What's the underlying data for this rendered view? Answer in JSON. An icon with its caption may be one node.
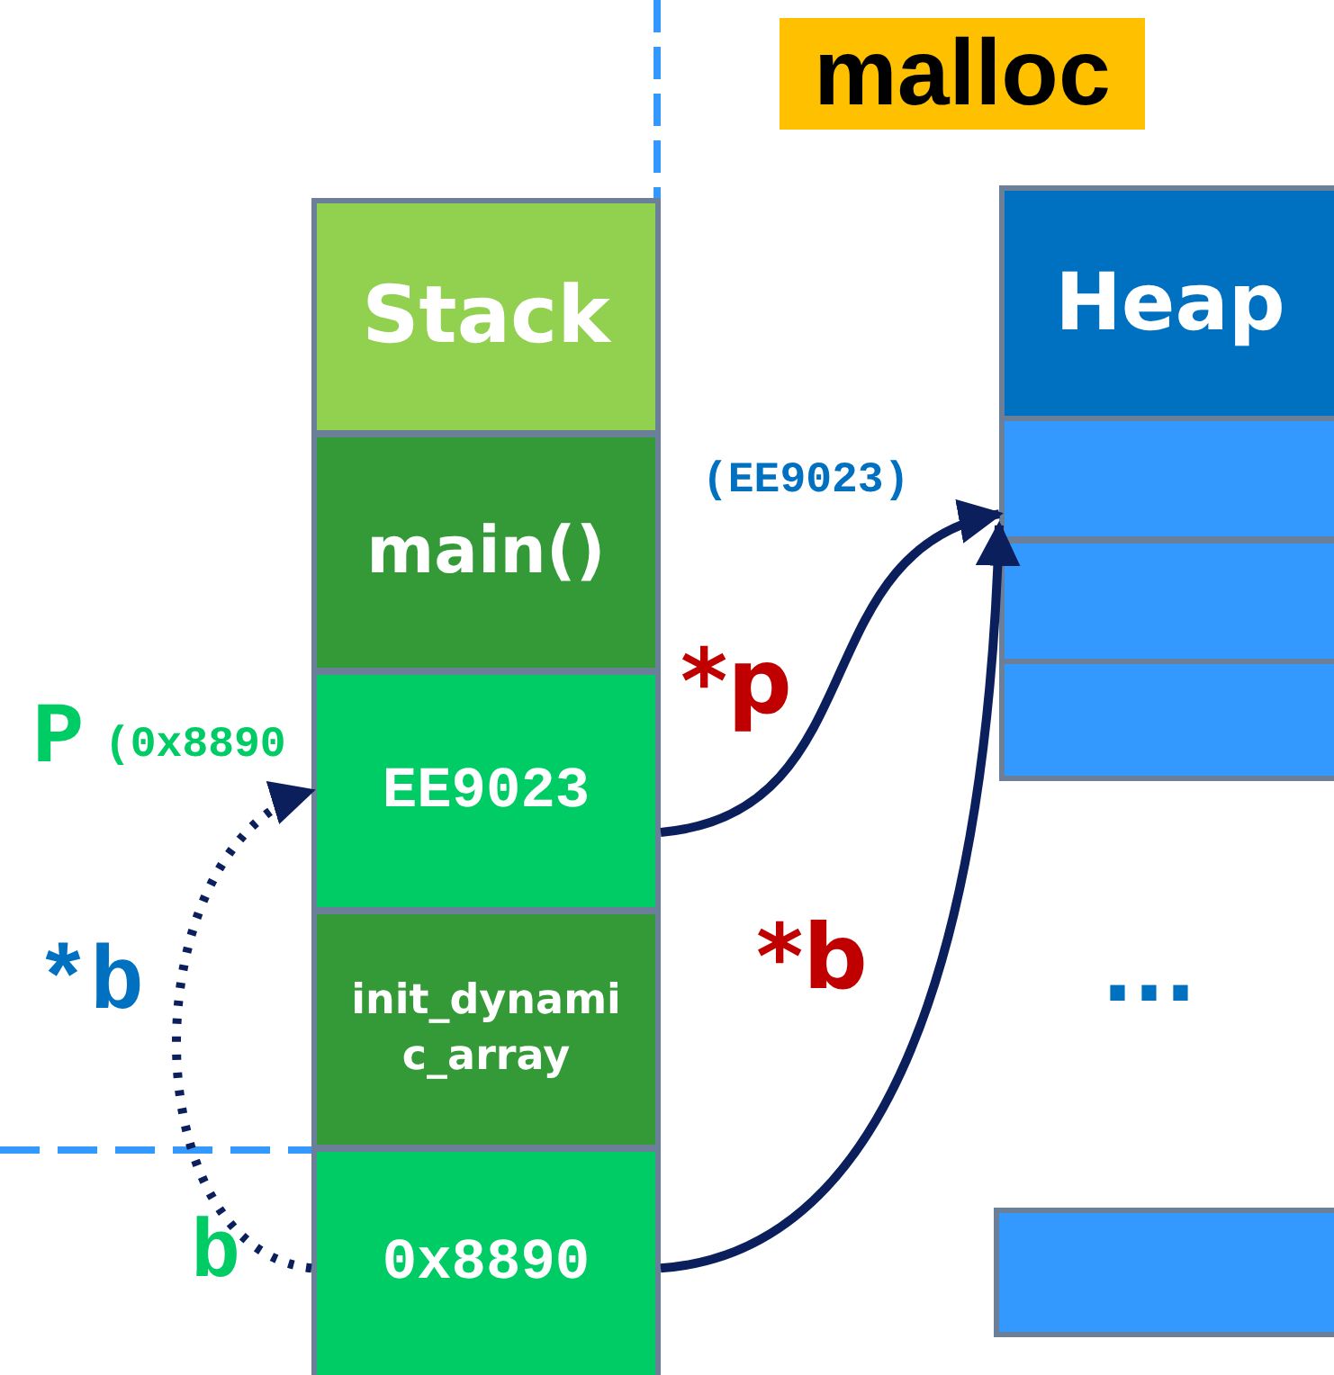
{
  "diagram": {
    "title": "malloc",
    "nodes": [
      {
        "text": [
          "Stack"
        ]
      },
      {
        "text": [
          "main()"
        ]
      },
      {
        "text": [
          "EE9023"
        ]
      },
      {
        "text": [
          "init_dynamic_array"
        ]
      },
      {
        "text": [
          "0x8890"
        ]
      },
      {
        "text": [
          "Heap"
        ]
      },
      {
        "text": [],
        "shape": "box"
      },
      {
        "text": [],
        "shape": "box"
      },
      {
        "text": [],
        "shape": "box"
      },
      {
        "text": [],
        "shape": "box"
      }
    ],
    "edges": [
      {
        "from": 2,
        "to": 6,
        "arrow": "to",
        "label": "*p"
      },
      {
        "from": 4,
        "to": 6,
        "arrow": "to",
        "label": "*b"
      },
      {
        "from": 4,
        "to": 2,
        "arrow": "to",
        "label": "*b",
        "style": "dashed"
      }
    ],
    "labels": [
      "P",
      "(0x8890",
      "(EE9023)",
      "b",
      "..."
    ]
  }
}
